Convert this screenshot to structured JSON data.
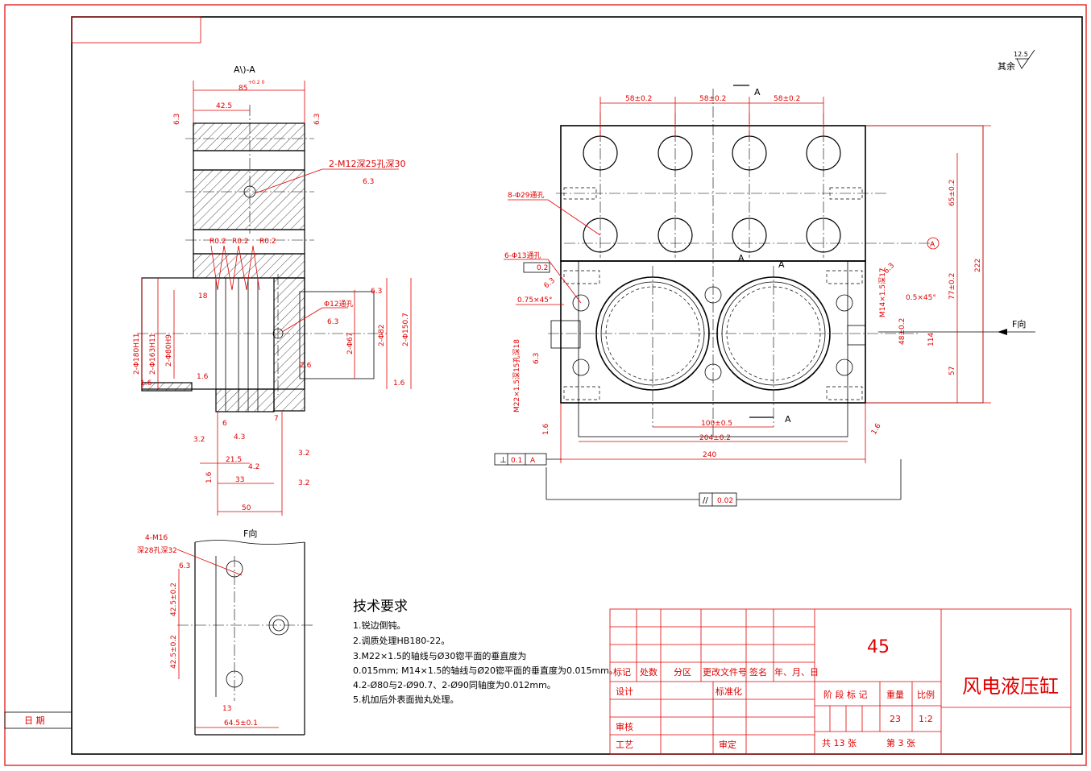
{
  "section_label": "A\\)-A",
  "view_f_label": "F向",
  "view_f_arrow_label": "F向",
  "section_mark": "A",
  "datum": "A",
  "roughness_default": {
    "prefix": "其余",
    "value": "12.5"
  },
  "dims_left": {
    "top_width": "85",
    "top_width_tol": "+0.2 0",
    "offset_42_5": "42.5",
    "thread_m12": "2-M12深25孔深30",
    "r02": "R0.2",
    "d18": "18",
    "d_180h11": "2-Φ180H11",
    "d_163h11": "2-Φ163H11",
    "d_80h9": "2-Φ80H9",
    "hole_12": "Φ12通孔",
    "d_67": "2-Φ67",
    "d_82": "2-Φ82",
    "d_150_7": "2-Φ150.7",
    "r_6": "2.6",
    "d7": "7",
    "d6": "6",
    "d_4_3": "4.3",
    "d21_5": "21.5",
    "d_4_2": "4.2",
    "d33": "33",
    "d50": "50",
    "r_3_2": "3.2",
    "r_6_3": "6.3",
    "r_1_6": "1.6"
  },
  "dims_f_view": {
    "thread_m16": "4-M16",
    "thread_m16_depth": "深28孔深32",
    "d42_5a": "42.5±0.2",
    "d42_5b": "42.5±0.2",
    "d13": "13",
    "d64_5": "64.5±0.1"
  },
  "dims_right": {
    "d58a": "58±0.2",
    "d58b": "58±0.2",
    "d58c": "58±0.2",
    "holes_29": "8-Φ29通孔",
    "holes_13": "6-Φ13通孔",
    "chamfer_a": "0.75×45°",
    "chamfer_b": "0.5×45°",
    "m22": "M22×1.5深15孔深18",
    "m14": "M14×1.5深17",
    "d65": "65±0.2",
    "d77": "77±0.2",
    "d57": "57",
    "d222": "222",
    "d100": "100±0.5",
    "d204": "204±0.2",
    "d240": "240",
    "d48": "48±0.2",
    "d114": "114",
    "perp_tol": "0.1",
    "par_tol": "0.02",
    "pos_tol": "0.2"
  },
  "notes": {
    "title": "技术要求",
    "lines": [
      "1.锐边倒钝。",
      "2.调质处理HB180-22。",
      "3.M22×1.5的轴线与Ø30锪平面的垂直度为",
      "0.015mm; M14×1.5的轴线与Ø20锪平面的垂直度为0.015mm。",
      "4.2-Ø80与2-Ø90.7、2-Ø90同轴度为0.012mm。",
      "5.机加后外表面抛丸处理。"
    ]
  },
  "title_block": {
    "material": "45",
    "part_name": "风电液压缸",
    "headers": [
      "标记",
      "处数",
      "分区",
      "更改文件号",
      "签名",
      "年、月、日"
    ],
    "design": "设计",
    "standardize": "标准化",
    "stage_mark": "阶 段 标 记",
    "weight_label": "重量",
    "scale_label": "比例",
    "weight": "23",
    "scale": "1:2",
    "review": "审核",
    "process": "工艺",
    "approve": "审定",
    "sheet_total": "共 13 张",
    "sheet_no": "第 3 张"
  },
  "side_label": "日 期"
}
